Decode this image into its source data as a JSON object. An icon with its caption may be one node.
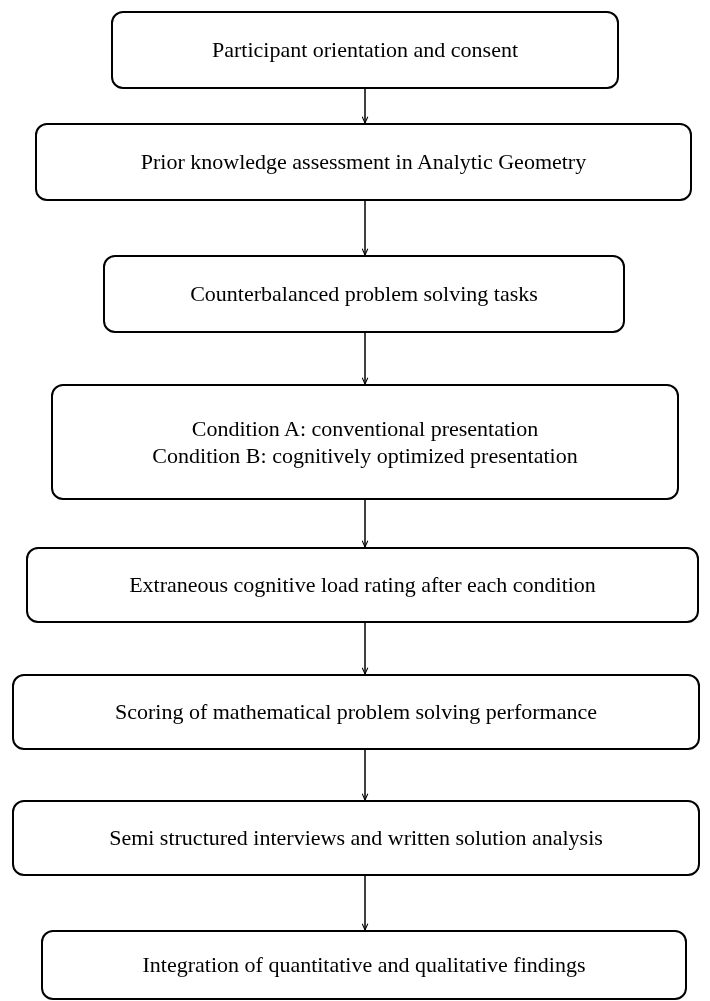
{
  "diagram": {
    "nodes": [
      {
        "text": [
          "Participant orientation and consent"
        ]
      },
      {
        "text": [
          "Prior knowledge assessment in Analytic Geometry"
        ]
      },
      {
        "text": [
          "Counterbalanced problem solving tasks"
        ]
      },
      {
        "text": [
          "Condition A: conventional presentation",
          "Condition B: cognitively optimized presentation"
        ]
      },
      {
        "text": [
          "Extraneous cognitive load rating after each condition"
        ]
      },
      {
        "text": [
          "Scoring of mathematical problem solving performance"
        ]
      },
      {
        "text": [
          "Semi structured interviews and written solution analysis"
        ]
      },
      {
        "text": [
          "Integration of quantitative and qualitative findings"
        ]
      }
    ],
    "edges": [
      {
        "from": 0,
        "to": 1,
        "arrow": "to"
      },
      {
        "from": 1,
        "to": 2,
        "arrow": "to"
      },
      {
        "from": 2,
        "to": 3,
        "arrow": "to"
      },
      {
        "from": 3,
        "to": 4,
        "arrow": "to"
      },
      {
        "from": 4,
        "to": 5,
        "arrow": "to"
      },
      {
        "from": 5,
        "to": 6,
        "arrow": "to"
      },
      {
        "from": 6,
        "to": 7,
        "arrow": "to"
      }
    ]
  }
}
